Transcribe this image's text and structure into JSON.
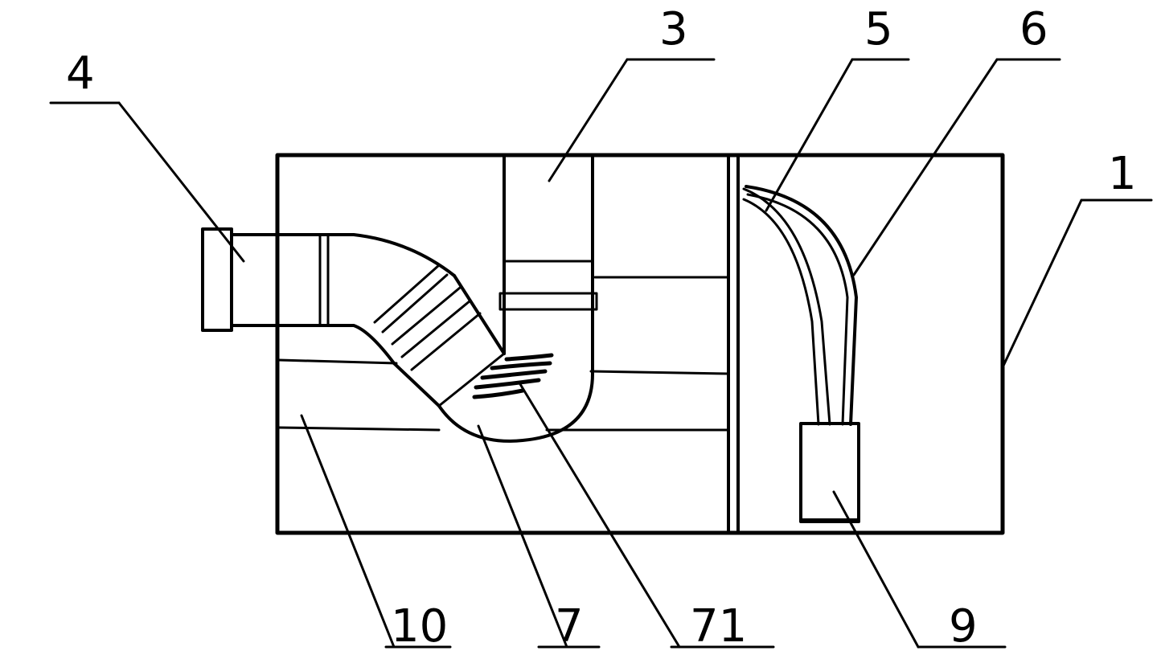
{
  "labels": {
    "l1": "1",
    "l3": "3",
    "l4": "4",
    "l5": "5",
    "l6": "6",
    "l7": "7",
    "l71": "71",
    "l9": "9",
    "l10": "10"
  },
  "colors": {
    "ink": "#000000",
    "paper": "#ffffff"
  }
}
